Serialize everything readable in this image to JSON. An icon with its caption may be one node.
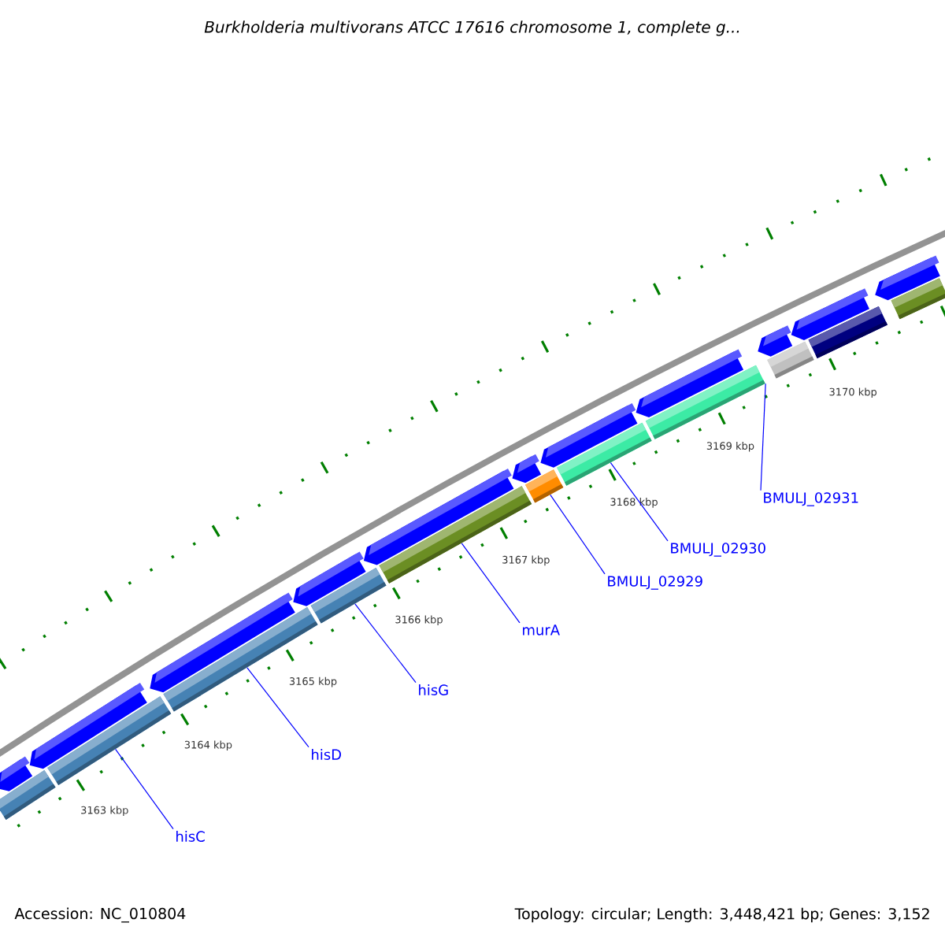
{
  "diagram": {
    "title": "Burkholderia multivorans ATCC 17616 chromosome 1, complete g...",
    "nodes": [
      {
        "text": [],
        "shape": "bar"
      },
      {
        "text": [],
        "shape": "bar"
      },
      {
        "text": [],
        "shape": "bar"
      },
      {
        "text": [],
        "shape": "bar"
      },
      {
        "text": [],
        "shape": "bar"
      },
      {
        "text": [],
        "shape": "bar"
      },
      {
        "text": [],
        "shape": "bar"
      },
      {
        "text": [],
        "shape": "bar"
      },
      {
        "text": [],
        "shape": "bar"
      },
      {
        "text": [],
        "shape": "bar"
      },
      {
        "text": [],
        "shape": "bar"
      },
      {
        "text": [],
        "shape": "pentagon"
      },
      {
        "text": [],
        "shape": "pentagon"
      },
      {
        "text": [],
        "shape": "pentagon"
      },
      {
        "text": [],
        "shape": "pentagon"
      },
      {
        "text": [],
        "shape": "pentagon"
      },
      {
        "text": [],
        "shape": "pentagon"
      },
      {
        "text": [],
        "shape": "pentagon"
      },
      {
        "text": [],
        "shape": "pentagon"
      },
      {
        "text": [],
        "shape": "pentagon"
      },
      {
        "text": [],
        "shape": "pentagon"
      },
      {
        "text": [],
        "shape": "pentagon"
      },
      {
        "text": [
          "hisC"
        ]
      },
      {
        "text": [
          "hisD"
        ]
      },
      {
        "text": [
          "hisG"
        ]
      },
      {
        "text": [
          "murA"
        ]
      },
      {
        "text": [
          "BMULJ_02929"
        ]
      },
      {
        "text": [
          "BMULJ_02930"
        ]
      },
      {
        "text": [
          "BMULJ_02931"
        ]
      }
    ],
    "edges": [
      {
        "from": 22,
        "to": 1,
        "arrow": "none"
      },
      {
        "from": 23,
        "to": 2,
        "arrow": "none"
      },
      {
        "from": 24,
        "to": 3,
        "arrow": "none"
      },
      {
        "from": 25,
        "to": 4,
        "arrow": "none"
      },
      {
        "from": 26,
        "to": 5,
        "arrow": "none"
      },
      {
        "from": 27,
        "to": 6,
        "arrow": "none"
      },
      {
        "from": 28,
        "to": 7,
        "arrow": "none"
      }
    ],
    "labels": [
      "3163 kbp",
      "3164 kbp",
      "3165 kbp",
      "3166 kbp",
      "3167 kbp",
      "3168 kbp",
      "3169 kbp",
      "3170 kbp",
      "Accession: NC_010804",
      "Topology: circular; Length: 3,448,421 bp; Genes: 3,152"
    ]
  }
}
